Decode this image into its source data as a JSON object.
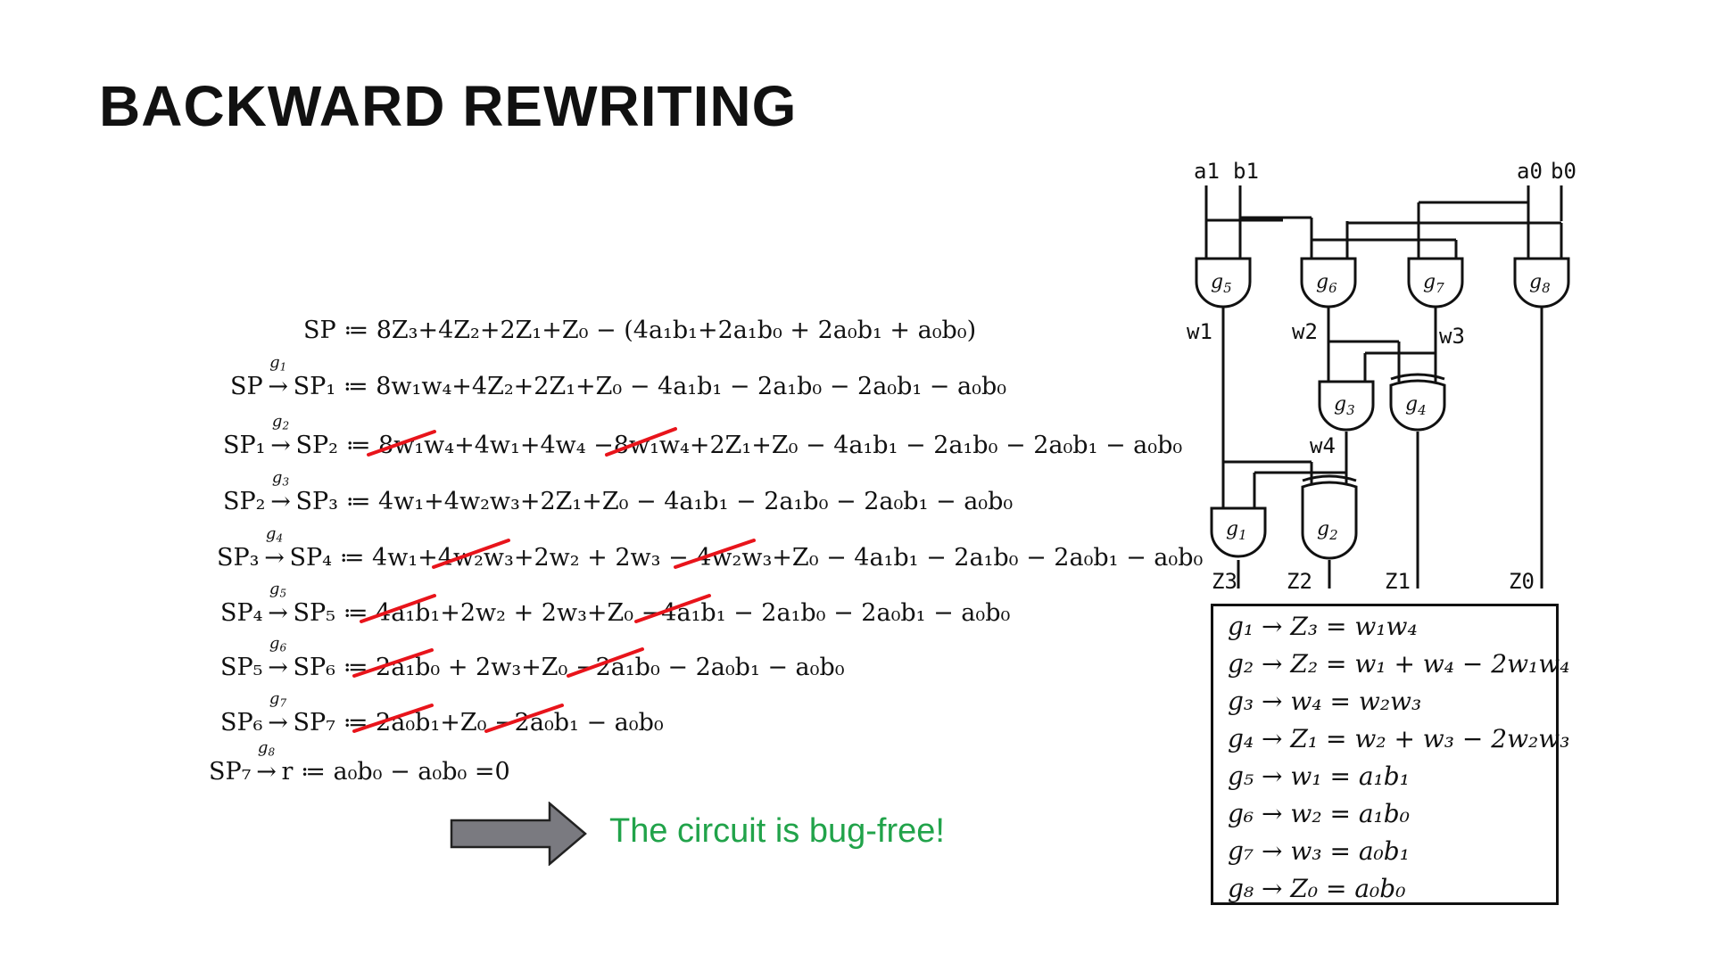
{
  "slide": {
    "title": "BACKWARD REWRITING",
    "verdict": "The circuit is bug-free!"
  },
  "equations": [
    {
      "lhs": "SP",
      "gate": "",
      "rhs": "SP ≔ 8Z₃+4Z₂+2Z₁+Z₀ − (4a₁b₁+2a₁b₀ + 2a₀b₁ + a₀b₀)"
    },
    {
      "lhs": "SP",
      "gate": "g1",
      "rhs": "SP₁ ≔ 8w₁w₄+4Z₂+2Z₁+Z₀ − 4a₁b₁ − 2a₁b₀ − 2a₀b₁ − a₀b₀"
    },
    {
      "lhs": "SP₁",
      "gate": "g2",
      "rhs": "SP₂ ≔ 8w₁w₄+4w₁+4w₄ −8w₁w₄+2Z₁+Z₀ − 4a₁b₁ − 2a₁b₀ − 2a₀b₁ − a₀b₀"
    },
    {
      "lhs": "SP₂",
      "gate": "g3",
      "rhs": "SP₃ ≔ 4w₁+4w₂w₃+2Z₁+Z₀ − 4a₁b₁ − 2a₁b₀ − 2a₀b₁ − a₀b₀"
    },
    {
      "lhs": "SP₃",
      "gate": "g4",
      "rhs": "SP₄ ≔ 4w₁+4w₂w₃+2w₂ + 2w₃ − 4w₂w₃+Z₀ − 4a₁b₁ − 2a₁b₀ − 2a₀b₁ − a₀b₀"
    },
    {
      "lhs": "SP₄",
      "gate": "g5",
      "rhs": "SP₅ ≔ 4a₁b₁+2w₂ + 2w₃+Z₀ −4a₁b₁ − 2a₁b₀ − 2a₀b₁ − a₀b₀"
    },
    {
      "lhs": "SP₅",
      "gate": "g6",
      "rhs": "SP₆ ≔ 2a₁b₀ + 2w₃+Z₀ −2a₁b₀ − 2a₀b₁ − a₀b₀"
    },
    {
      "lhs": "SP₆",
      "gate": "g7",
      "rhs": "SP₇ ≔ 2a₀b₁+Z₀ −2a₀b₁ − a₀b₀"
    },
    {
      "lhs": "SP₇",
      "gate": "g8",
      "rhs": "r ≔ a₀b₀ − a₀b₀ =0"
    }
  ],
  "circuit": {
    "inputs": [
      "a1",
      "b1",
      "a0",
      "b0"
    ],
    "gates": [
      "g5",
      "g6",
      "g7",
      "g8",
      "g3",
      "g4",
      "g1",
      "g2"
    ],
    "wires": [
      "w1",
      "w2",
      "w3",
      "w4"
    ],
    "outputs": [
      "Z3",
      "Z2",
      "Z1",
      "Z0"
    ]
  },
  "legend": [
    "g₁ → Z₃ = w₁w₄",
    "g₂ → Z₂ = w₁ + w₄ − 2w₁w₄",
    "g₃ → w₄ = w₂w₃",
    "g₄ → Z₁ = w₂ + w₃ − 2w₂w₃",
    "g₅ → w₁ = a₁b₁",
    "g₆ → w₂ = a₁b₀",
    "g₇ → w₃ = a₀b₁",
    "g₈ → Z₀ = a₀b₀"
  ],
  "colors": {
    "strike": "#e8141b",
    "verdict": "#21a34a",
    "arrow_fill": "#7a7a80"
  }
}
